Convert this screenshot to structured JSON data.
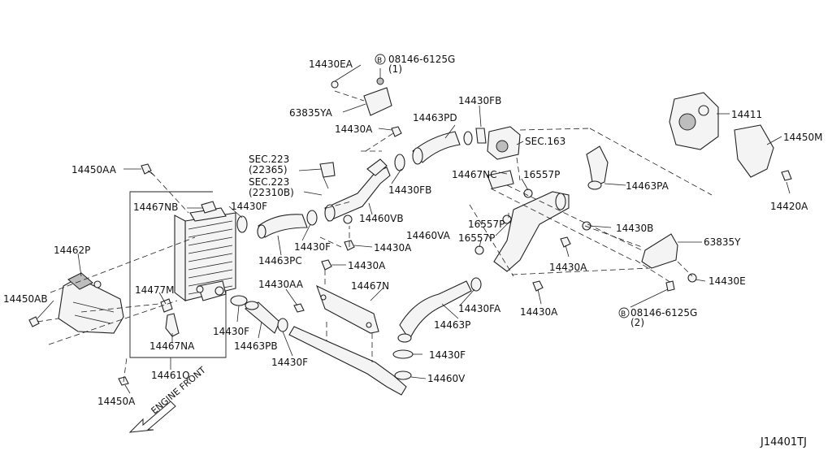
{
  "diagram": {
    "drawing_id": "J14401TJ",
    "direction": "ENGINE FRONT",
    "labels": {
      "l_14430EA": "14430EA",
      "l_08146a": "08146-6125G",
      "l_08146a_qty": "(1)",
      "l_63835YA": "63835YA",
      "l_14430FB_t": "14430FB",
      "l_14463PD": "14463PD",
      "l_14430A_1": "14430A",
      "l_sec163": "SEC.163",
      "l_14411": "14411",
      "l_14450M": "14450M",
      "l_sec223a": "SEC.223",
      "l_sec223a_ref": "(22365)",
      "l_sec223b": "SEC.223",
      "l_sec223b_ref": "(22310B)",
      "l_14450AA": "14450AA",
      "l_14467NC": "14467NC",
      "l_16557P_1": "16557P",
      "l_14463PA": "14463PA",
      "l_14420A": "14420A",
      "l_14430FB_m": "14430FB",
      "l_14467NB": "14467NB",
      "l_14430F_1": "14430F",
      "l_14460VB": "14460VB",
      "l_16557P_2": "16557P",
      "l_14430B": "14430B",
      "l_14460VA": "14460VA",
      "l_16557P_3": "16557P",
      "l_63835Y": "63835Y",
      "l_14462P": "14462P",
      "l_14430F_2": "14430F",
      "l_14430A_2": "14430A",
      "l_14463PC": "14463PC",
      "l_14430A_3": "14430A",
      "l_14430A_4": "14430A",
      "l_14430E": "14430E",
      "l_14477M": "14477M",
      "l_14430AA": "14430AA",
      "l_14467N": "14467N",
      "l_14450AB": "14450AB",
      "l_14430FA": "14430FA",
      "l_14430A_5": "14430A",
      "l_08146b": "08146-6125G",
      "l_08146b_qty": "(2)",
      "l_14430F_3": "14430F",
      "l_14463P": "14463P",
      "l_14463PB": "14463PB",
      "l_14467NA": "14467NA",
      "l_14430F_4": "14430F",
      "l_14430F_5": "14430F",
      "l_14461Q": "14461Q",
      "l_14460V": "14460V",
      "l_14450A": "14450A"
    }
  }
}
